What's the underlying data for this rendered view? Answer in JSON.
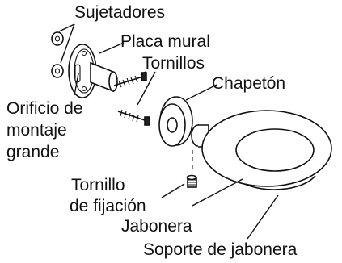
{
  "labels": {
    "sujetadores": "Sujetadores",
    "placa_mural": "Placa mural",
    "tornillos": "Tornillos",
    "chapeton": "Chapetón",
    "orificio_line1": "Orificio de",
    "orificio_line2": "montaje",
    "orificio_line3": "grande",
    "tornillo_fijacion_line1": "Tornillo",
    "tornillo_fijacion_line2": "de fijación",
    "jabonera": "Jabonera",
    "soporte_jabonera": "Soporte de jabonera"
  }
}
